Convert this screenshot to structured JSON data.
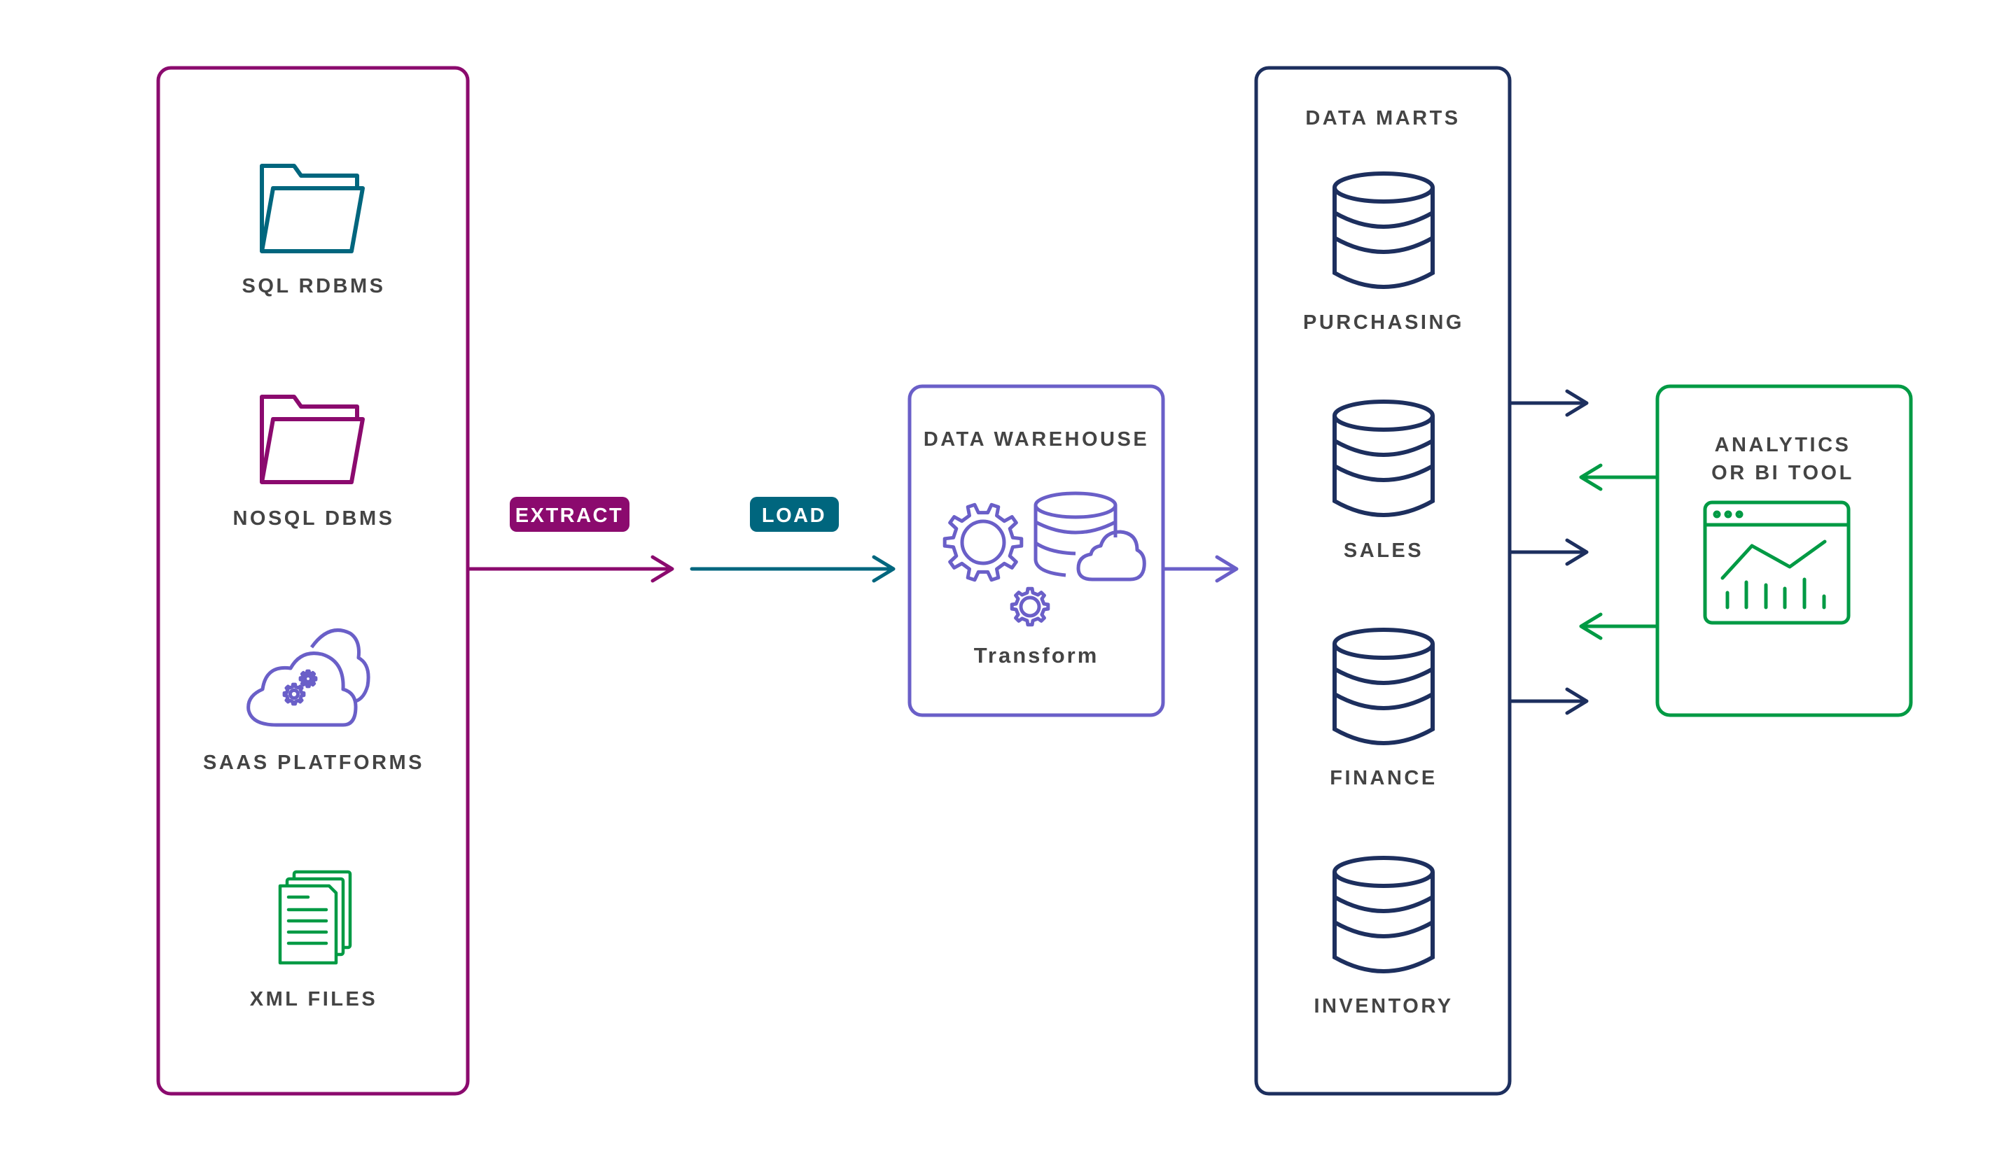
{
  "colors": {
    "source": "#8b0a6e",
    "load": "#00667e",
    "warehouse": "#6a5fc8",
    "marts": "#1d2f5e",
    "bi": "#009a44",
    "text": "#444444"
  },
  "sources": {
    "items": [
      {
        "label": "SQL RDBMS",
        "icon": "folder-icon"
      },
      {
        "label": "NOSQL DBMS",
        "icon": "folder-icon"
      },
      {
        "label": "SAAS PLATFORMS",
        "icon": "cloud-gears-icon"
      },
      {
        "label": "XML FILES",
        "icon": "documents-icon"
      }
    ]
  },
  "steps": {
    "extract": "EXTRACT",
    "load": "LOAD"
  },
  "warehouse": {
    "title": "DATA WAREHOUSE",
    "subtitle": "Transform"
  },
  "marts": {
    "title": "DATA MARTS",
    "items": [
      {
        "label": "PURCHASING",
        "icon": "database-icon"
      },
      {
        "label": "SALES",
        "icon": "database-icon"
      },
      {
        "label": "FINANCE",
        "icon": "database-icon"
      },
      {
        "label": "INVENTORY",
        "icon": "database-icon"
      }
    ]
  },
  "bi": {
    "title_line1": "ANALYTICS",
    "title_line2": "OR BI TOOL",
    "icon": "dashboard-chart-icon"
  }
}
